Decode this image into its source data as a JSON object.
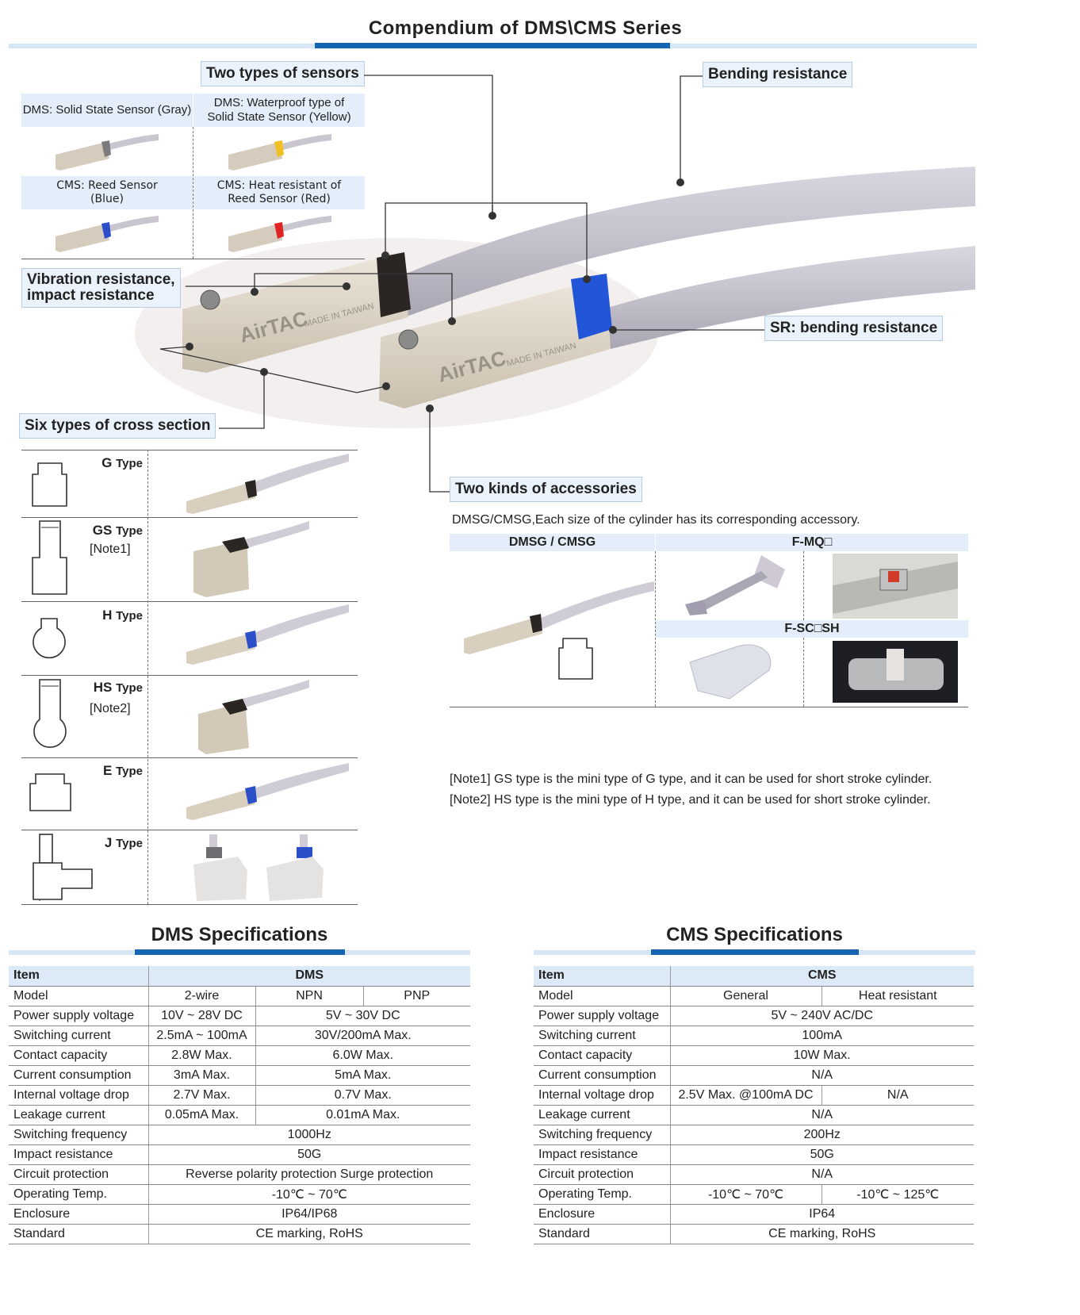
{
  "title": "Compendium of DMS\\CMS Series",
  "callouts": {
    "two_types": "Two types of sensors",
    "bending": "Bending resistance",
    "vibration_line1": "Vibration resistance,",
    "vibration_line2": "impact resistance",
    "sr": "SR: bending resistance",
    "six_types": "Six types of cross section",
    "accessories": "Two kinds of accessories"
  },
  "sensor_types": [
    {
      "label": "DMS: Solid State Sensor (Gray)",
      "color": "#8e8e8e"
    },
    {
      "label": "DMS: Waterproof type of Solid State Sensor (Yellow)",
      "color": "#f0c020"
    },
    {
      "label": "CMS: Reed Sensor (Blue)",
      "color": "#2a4fc8"
    },
    {
      "label": "CMS: Heat resistant of Reed Sensor (Red)",
      "color": "#e02424"
    }
  ],
  "brand_text": "AirTAC",
  "made_in": "MADE IN TAIWAN",
  "cross_sections": [
    {
      "type": "G",
      "suffix": "Type",
      "note": ""
    },
    {
      "type": "GS",
      "suffix": "Type",
      "note": "[Note1]"
    },
    {
      "type": "H",
      "suffix": "Type",
      "note": ""
    },
    {
      "type": "HS",
      "suffix": "Type",
      "note": "[Note2]"
    },
    {
      "type": "E",
      "suffix": "Type",
      "note": ""
    },
    {
      "type": "J",
      "suffix": "Type",
      "note": ""
    }
  ],
  "accessories": {
    "intro": "DMSG/CMSG,Each size of the cylinder has its corresponding accessory.",
    "col1_head": "DMSG / CMSG",
    "fmq_head": "F-MQ□",
    "fsc_head": "F-SC□SH"
  },
  "notes": [
    "[Note1] GS type is the mini type of G type, and it can be used for short stroke cylinder.",
    "[Note2] HS type is the mini type of H type, and it can be used for short stroke cylinder."
  ],
  "dms_spec": {
    "title": "DMS Specifications",
    "head": [
      "Item",
      "DMS"
    ],
    "model": [
      "Model",
      "2-wire",
      "NPN",
      "PNP"
    ],
    "rows": [
      [
        "Power supply voltage",
        "10V ~ 28V DC",
        "5V ~ 30V DC"
      ],
      [
        "Switching current",
        "2.5mA ~ 100mA",
        "30V/200mA  Max."
      ],
      [
        "Contact capacity",
        "2.8W Max.",
        "6.0W Max."
      ],
      [
        "Current consumption",
        "3mA Max.",
        "5mA Max."
      ],
      [
        "Internal voltage drop",
        "2.7V Max.",
        "0.7V Max."
      ],
      [
        "Leakage current",
        "0.05mA Max.",
        "0.01mA Max."
      ]
    ],
    "rows_full": [
      [
        "Switching frequency",
        "1000Hz"
      ],
      [
        "Impact resistance",
        "50G"
      ],
      [
        "Circuit protection",
        "Reverse polarity protection Surge protection"
      ],
      [
        "Operating Temp.",
        "-10℃ ~ 70℃"
      ],
      [
        "Enclosure",
        "IP64/IP68"
      ],
      [
        "Standard",
        "CE marking, RoHS"
      ]
    ]
  },
  "cms_spec": {
    "title": "CMS Specifications",
    "head": [
      "Item",
      "CMS"
    ],
    "model": [
      "Model",
      "General",
      "Heat resistant"
    ],
    "rows_a": [
      [
        "Power supply voltage",
        "5V ~ 240V AC/DC"
      ],
      [
        "Switching current",
        "100mA"
      ],
      [
        "Contact capacity",
        "10W  Max."
      ],
      [
        "Current consumption",
        "N/A"
      ]
    ],
    "ivd": [
      "Internal voltage drop",
      "2.5V Max. @100mA DC",
      "N/A"
    ],
    "rows_b": [
      [
        "Leakage current",
        "N/A"
      ],
      [
        "Switching frequency",
        "200Hz"
      ],
      [
        "Impact resistance",
        "50G"
      ],
      [
        "Circuit protection",
        "N/A"
      ]
    ],
    "temp": [
      "Operating Temp.",
      "-10℃ ~ 70℃",
      "-10℃ ~ 125℃"
    ],
    "rows_c": [
      [
        "Enclosure",
        "IP64"
      ],
      [
        "Standard",
        "CE marking, RoHS"
      ]
    ]
  }
}
